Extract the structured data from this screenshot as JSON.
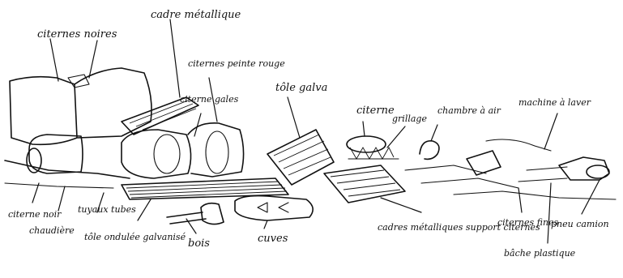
{
  "labels": {
    "citernes_noires": "citernes noires",
    "cadre_metallique": "cadre métallique",
    "citernes_peinte_rouge": "citernes peinte rouge",
    "citerne_gales": "citerne gales",
    "tole_galva": "tôle galva",
    "citerne": "citerne",
    "grillage": "grillage",
    "chambre_a_air": "chambre à air",
    "machine_a_laver": "machine à laver",
    "citerne_noir": "citerne noir",
    "chaudiere": "chaudière",
    "tuyau_tubes": "tuyaux tubes",
    "tole_ondulee_galvanise": "tôle ondulée galvanisé",
    "bois": "bois",
    "cuves": "cuves",
    "cadres_metalliques_support_citernes": "cadres métalliques support citernes",
    "citernes_fines": "citernes fines",
    "bache_plastique": "bâche plastique",
    "pneu_camion": "pneu camion"
  }
}
